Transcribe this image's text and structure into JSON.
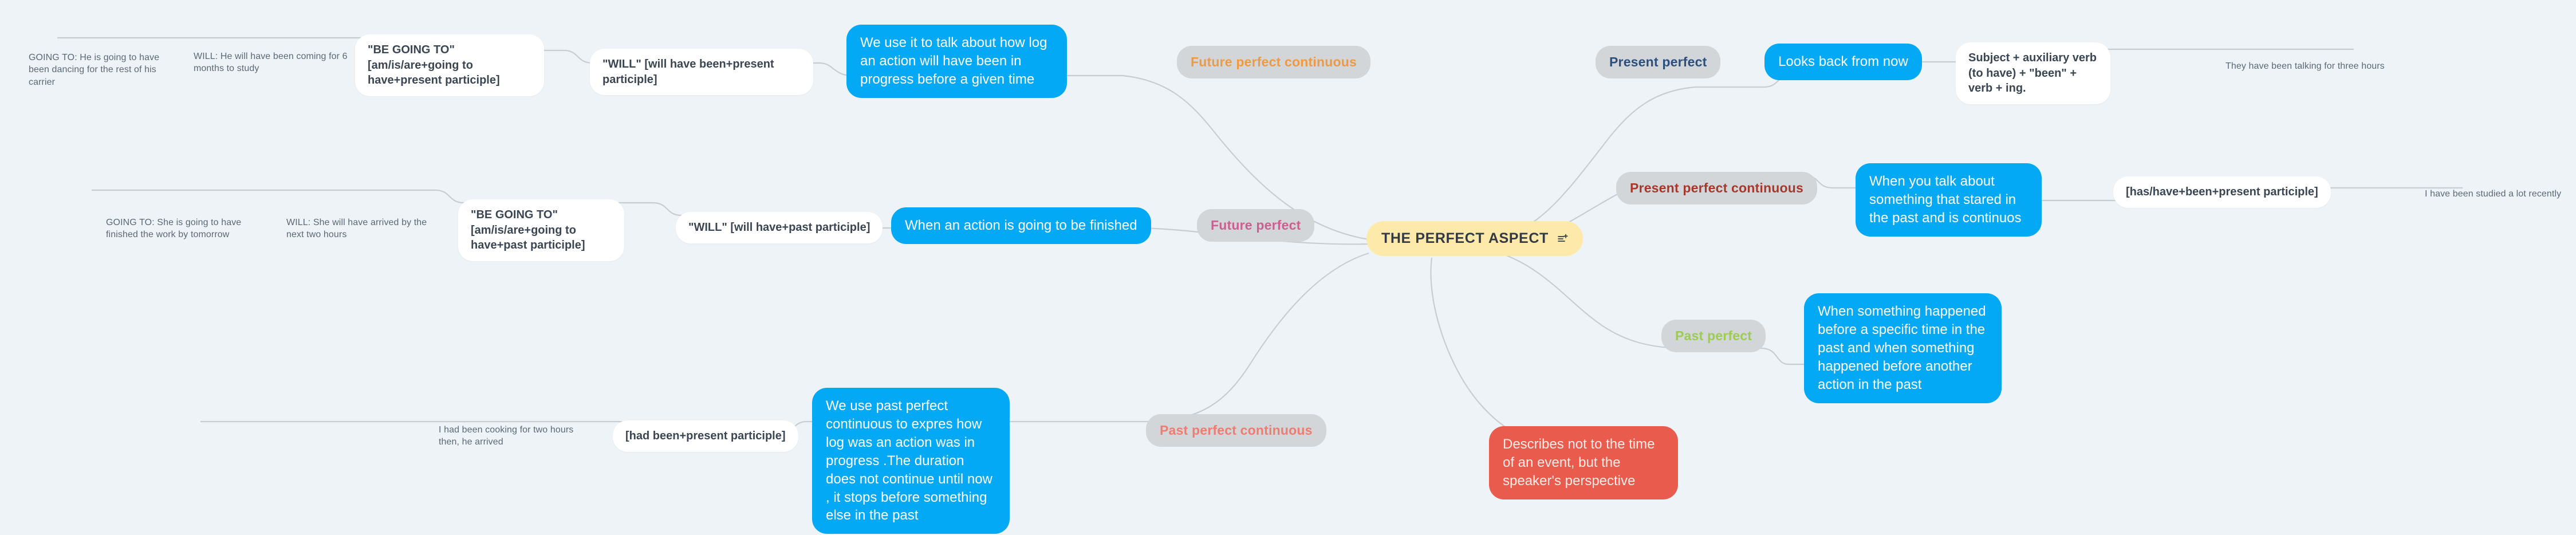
{
  "canvas": {
    "background": "#eef3f7",
    "link_color": "#c6cdd3"
  },
  "root": {
    "label": "THE PERFECT ASPECT",
    "icon": "note-list-add-icon",
    "color": "#fde9a9",
    "text_color": "#323b45"
  },
  "palette": {
    "blue": "#03a9f4",
    "red": "#e95c4d",
    "gray_pill": "#d2d6d9",
    "white": "#ffffff",
    "plain_text": "#5b6875",
    "orange": "#ed9a45",
    "navy": "#2c4f7c",
    "dark_red": "#a8382c",
    "pink": "#cc5f8f",
    "green": "#9ccc52",
    "salmon": "#ef7c70"
  },
  "branches": [
    {
      "id": "future-perfect-continuous",
      "category": {
        "label": "Future perfect continuous",
        "text_color": "#ed9a45",
        "style": "gray-pill"
      },
      "description": {
        "label": "We use it to talk about how log an action will have been in progress before a given time",
        "style": "blue"
      },
      "forms": [
        {
          "label": "\"WILL\" [will have been+present participle]",
          "style": "white"
        },
        {
          "label": "\"BE GOING TO\" [am/is/are+going to have+present participle]",
          "style": "white"
        }
      ],
      "examples": [
        {
          "label": "WILL: He will have been coming for 6 months to study",
          "style": "plain"
        },
        {
          "label": "GOING TO: He is going to have been dancing for the rest of his carrier",
          "style": "plain"
        }
      ]
    },
    {
      "id": "future-perfect",
      "category": {
        "label": "Future perfect",
        "text_color": "#cc5f8f",
        "style": "gray-pill"
      },
      "description": {
        "label": "When an action is going to be finished",
        "style": "blue"
      },
      "forms": [
        {
          "label": "\"WILL\" [will have+past participle]",
          "style": "white"
        },
        {
          "label": "\"BE GOING TO\" [am/is/are+going to have+past participle]",
          "style": "white"
        }
      ],
      "examples": [
        {
          "label": "WILL: She will have arrived by the next two hours",
          "style": "plain"
        },
        {
          "label": "GOING TO: She is going to have finished the work by tomorrow",
          "style": "plain"
        }
      ]
    },
    {
      "id": "present-perfect",
      "category": {
        "label": "Present perfect",
        "text_color": "#2c4f7c",
        "style": "gray-pill"
      },
      "description": {
        "label": "Looks back from now",
        "style": "blue"
      },
      "forms": [
        {
          "label": "Subject + auxiliary verb (to have) + \"been\" + verb + ing.",
          "style": "white"
        }
      ],
      "examples": [
        {
          "label": "They have been talking for three hours",
          "style": "plain"
        }
      ]
    },
    {
      "id": "present-perfect-continuous",
      "category": {
        "label": "Present perfect continuous",
        "text_color": "#a8382c",
        "style": "gray-pill"
      },
      "description": {
        "label": "When you talk about something that stared in the past and is continuos",
        "style": "blue"
      },
      "forms": [
        {
          "label": "[has/have+been+present participle]",
          "style": "white"
        }
      ],
      "examples": [
        {
          "label": "I have been studied a lot recently",
          "style": "plain"
        }
      ]
    },
    {
      "id": "past-perfect",
      "category": {
        "label": "Past perfect",
        "text_color": "#9ccc52",
        "style": "gray-pill"
      },
      "description": {
        "label": "When something happened before a specific time in the past and when something happened before another action in the past",
        "style": "blue"
      },
      "forms": [],
      "examples": []
    },
    {
      "id": "past-perfect-continuous",
      "category": {
        "label": "Past perfect continuous",
        "text_color": "#ef7c70",
        "style": "gray-pill"
      },
      "description": {
        "label": "We use past perfect continuous to expres how log was an action was in progress .The duration does not continue until now , it stops before something else in the past",
        "style": "blue"
      },
      "forms": [
        {
          "label": "[had been+present participle]",
          "style": "white"
        }
      ],
      "examples": [
        {
          "label": "I had been cooking for two hours then, he arrived",
          "style": "plain"
        }
      ]
    },
    {
      "id": "perspective",
      "category": null,
      "description": {
        "label": "Describes not to the time of an event, but the speaker's perspective",
        "style": "red"
      },
      "forms": [],
      "examples": []
    }
  ]
}
